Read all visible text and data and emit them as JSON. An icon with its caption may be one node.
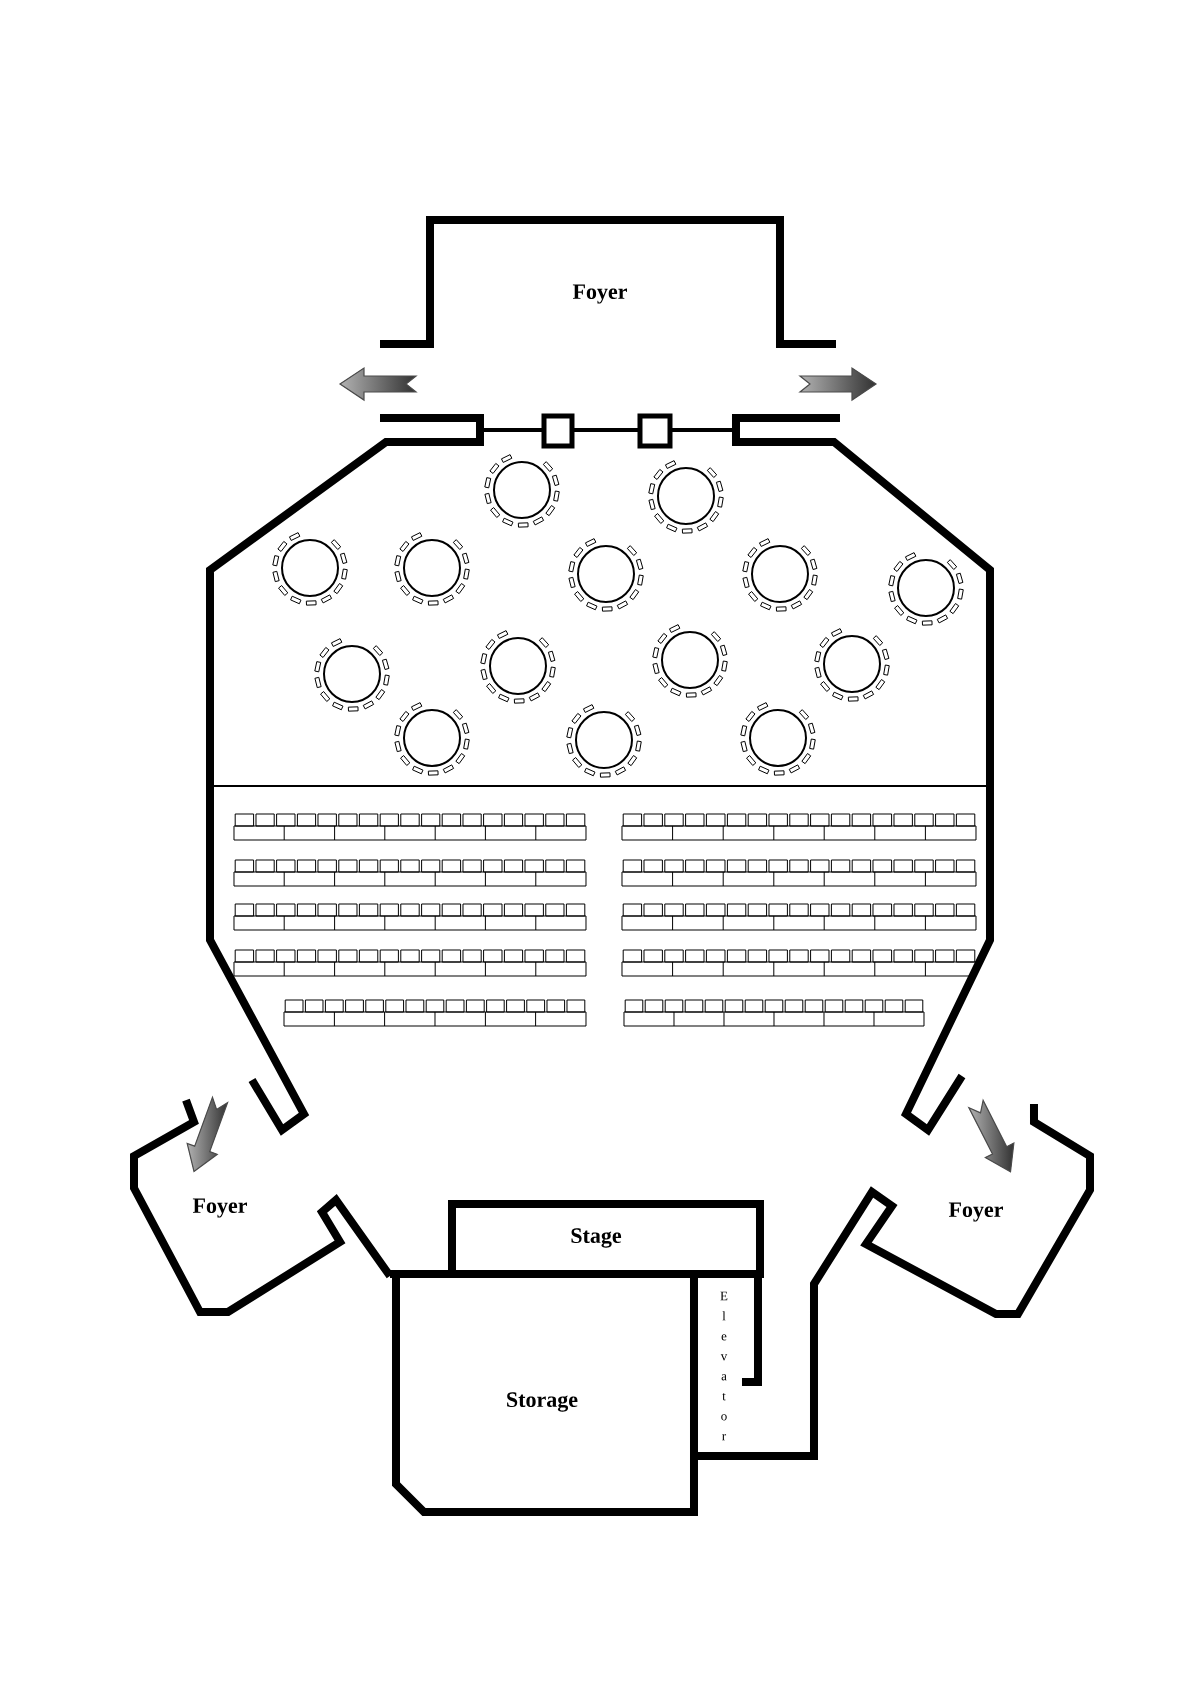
{
  "diagram": {
    "nodes": [
      {
        "text": [
          "Foyer"
        ]
      },
      {
        "text": [
          "Foyer"
        ]
      },
      {
        "text": [
          "Stage"
        ]
      },
      {
        "text": [
          "Foyer"
        ]
      },
      {
        "text": [
          "Storage"
        ]
      },
      {
        "text": [
          "Elevator"
        ]
      }
    ]
  }
}
